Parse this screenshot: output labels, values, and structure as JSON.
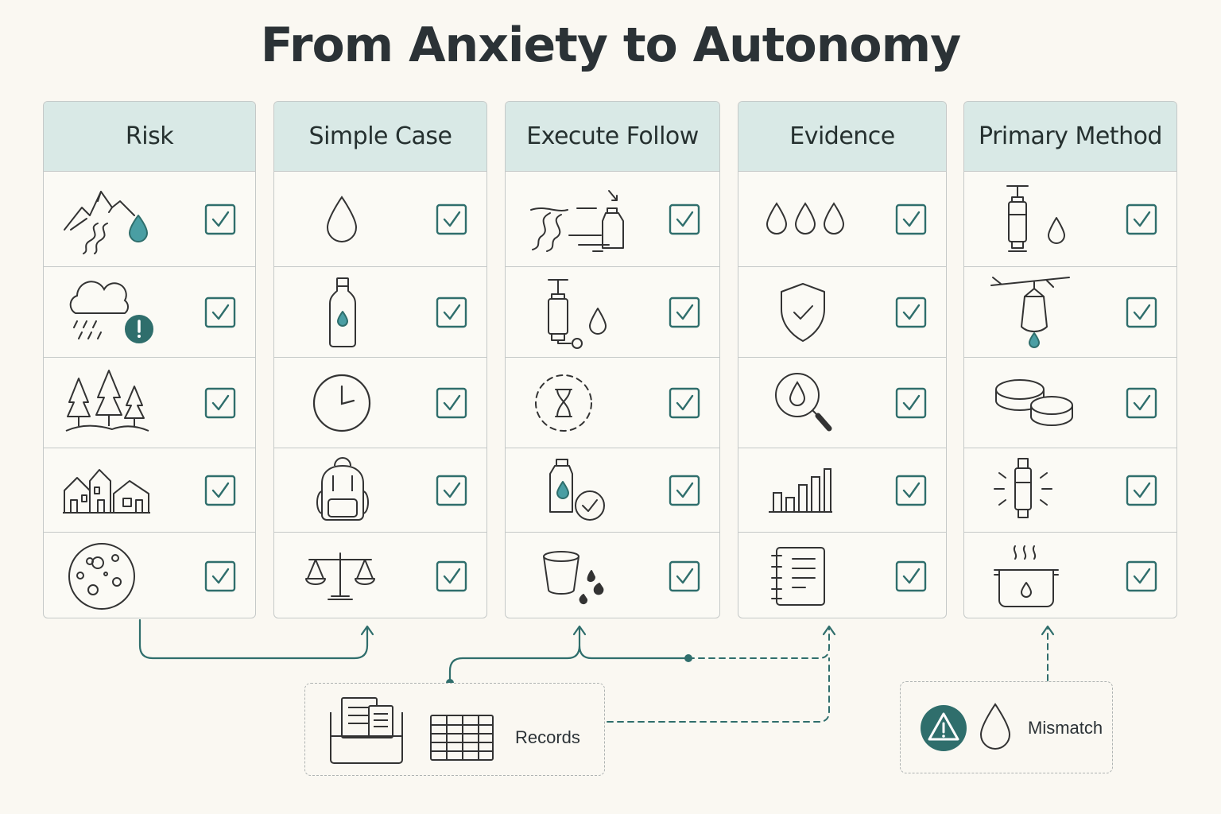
{
  "title": "From Anxiety to Autonomy",
  "colors": {
    "accent": "#2f6e6c",
    "header_bg": "#d9e9e6",
    "ink": "#2b3236",
    "border": "#c5c9c8"
  },
  "columns": [
    {
      "header": "Risk",
      "icons": [
        "mountains-river-drop-icon",
        "rain-cloud-warning-icon",
        "pine-forest-icon",
        "village-houses-icon",
        "microbes-dish-icon"
      ]
    },
    {
      "header": "Simple Case",
      "icons": [
        "water-drop-icon",
        "water-bottle-icon",
        "clock-icon",
        "backpack-icon",
        "balance-scale-icon"
      ]
    },
    {
      "header": "Execute Follow",
      "icons": [
        "stream-to-bottle-icon",
        "hand-pump-filter-icon",
        "hourglass-icon",
        "bottle-verified-icon",
        "cup-splash-icon"
      ]
    },
    {
      "header": "Evidence",
      "icons": [
        "three-drops-icon",
        "shield-check-icon",
        "magnifier-drop-icon",
        "bar-chart-icon",
        "notebook-icon"
      ]
    },
    {
      "header": "Primary Method",
      "icons": [
        "pump-filter-drop-icon",
        "hanging-filter-bag-icon",
        "purification-tablets-icon",
        "uv-pen-icon",
        "boiling-pot-icon"
      ]
    }
  ],
  "annotations": {
    "records_label": "Records",
    "mismatch_label": "Mismatch"
  }
}
